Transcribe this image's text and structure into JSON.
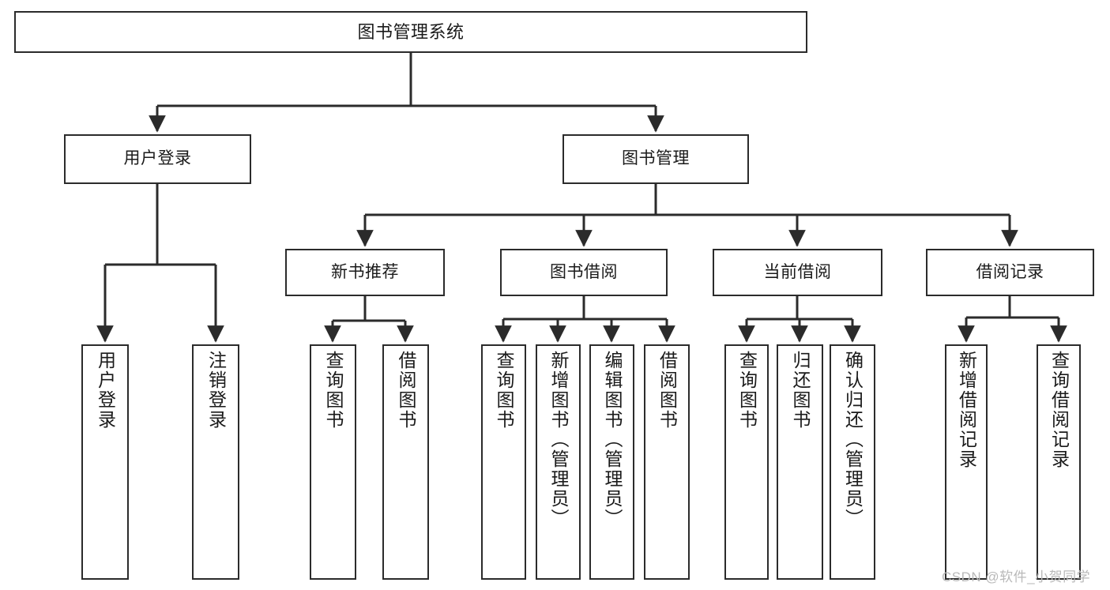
{
  "diagram": {
    "type": "tree",
    "title": "图书管理系统",
    "orientation": "top-down",
    "line_color": "#2b2b2b",
    "box_fill": "#ffffff",
    "box_stroke": "#2b2b2b"
  },
  "nodes": {
    "root": {
      "label": "图书管理系统"
    },
    "level1": [
      {
        "id": "user-login",
        "label": "用户登录"
      },
      {
        "id": "book-manage",
        "label": "图书管理"
      }
    ],
    "level2": [
      {
        "id": "new-book-recommend",
        "label": "新书推荐"
      },
      {
        "id": "book-borrow",
        "label": "图书借阅"
      },
      {
        "id": "current-borrow",
        "label": "当前借阅"
      },
      {
        "id": "borrow-record",
        "label": "借阅记录"
      }
    ],
    "leaves": {
      "user-login": [
        {
          "id": "leaf-user-login",
          "label": "用户登录"
        },
        {
          "id": "leaf-logout-login",
          "label": "注销登录"
        }
      ],
      "new-book-recommend": [
        {
          "id": "leaf-query-book-1",
          "label": "查询图书"
        },
        {
          "id": "leaf-borrow-book-1",
          "label": "借阅图书"
        }
      ],
      "book-borrow": [
        {
          "id": "leaf-query-book-2",
          "label": "查询图书"
        },
        {
          "id": "leaf-add-book-admin",
          "label": "新增图书（管理员）"
        },
        {
          "id": "leaf-edit-book-admin",
          "label": "编辑图书（管理员）"
        },
        {
          "id": "leaf-borrow-book-2",
          "label": "借阅图书"
        }
      ],
      "current-borrow": [
        {
          "id": "leaf-query-book-3",
          "label": "查询图书"
        },
        {
          "id": "leaf-return-book",
          "label": "归还图书"
        },
        {
          "id": "leaf-confirm-return-admin",
          "label": "确认归还（管理员）"
        }
      ],
      "borrow-record": [
        {
          "id": "leaf-add-borrow-record",
          "label": "新增借阅记录"
        },
        {
          "id": "leaf-query-borrow-record",
          "label": "查询借阅记录"
        }
      ]
    }
  },
  "watermark": {
    "text": "CSDN @软件_小贺同学"
  }
}
